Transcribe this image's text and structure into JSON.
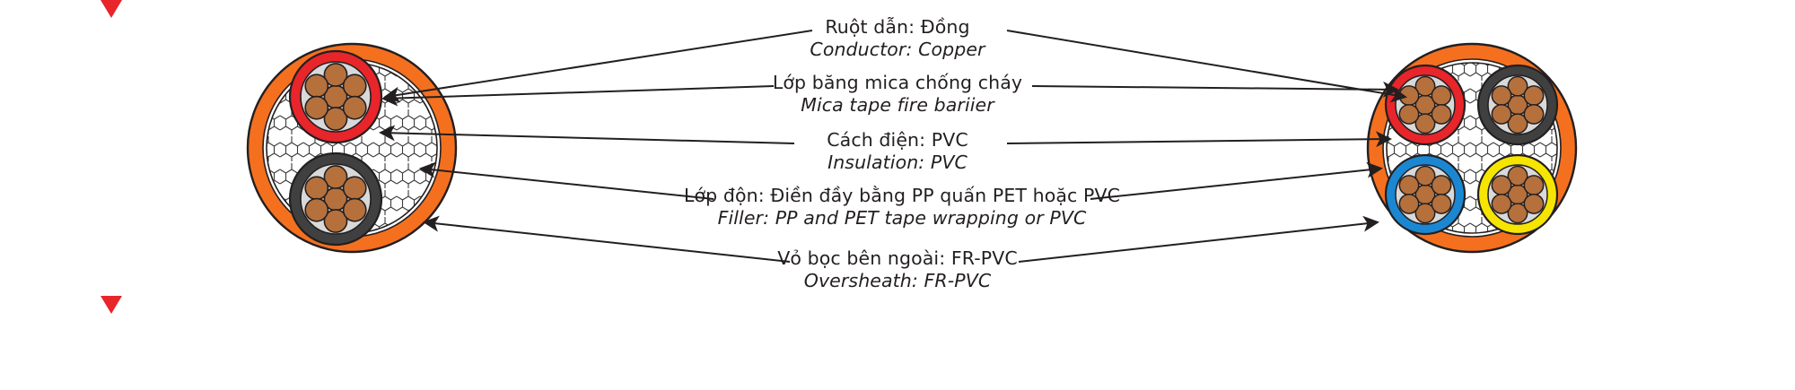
{
  "diagram": {
    "title_alt": "Fire resistant cable cross-section construction",
    "background": "#ffffff",
    "labels": [
      {
        "id": "conductor",
        "vi": "Ruột dẫn: Đồng",
        "en": "Conductor: Copper"
      },
      {
        "id": "mica",
        "vi": "Lớp băng mica chống cháy",
        "en": "Mica tape fire bariier"
      },
      {
        "id": "insulation",
        "vi": "Cách điện: PVC",
        "en": "Insulation: PVC"
      },
      {
        "id": "filler",
        "vi": "Lớp độn: Điền đầy bằng PP quấn PET hoặc PVC",
        "en": "Filler: PP and PET tape wrapping or PVC"
      },
      {
        "id": "oversheath",
        "vi": "Vỏ bọc bên ngoài: FR-PVC",
        "en": "Oversheath: FR-PVC"
      }
    ],
    "colors": {
      "sheath_orange": "#F4701F",
      "conductor_copper": "#B5703C",
      "core_red": "#E8252A",
      "core_black": "#404040",
      "core_blue": "#1B87D2",
      "core_yellow": "#F6E500",
      "filler_white": "#FFFFFF",
      "outline": "#231f20",
      "text": "#231f20",
      "bullet_red": "#E8252A"
    },
    "left_cable": {
      "name": "two-core-cable",
      "cores": [
        {
          "id": "core-red",
          "color_key": "core_red",
          "strands": 7
        },
        {
          "id": "core-black",
          "color_key": "core_black",
          "strands": 7
        }
      ]
    },
    "right_cable": {
      "name": "four-core-cable",
      "cores": [
        {
          "id": "core-red",
          "color_key": "core_red",
          "strands": 7
        },
        {
          "id": "core-black",
          "color_key": "core_black",
          "strands": 7
        },
        {
          "id": "core-blue",
          "color_key": "core_blue",
          "strands": 7
        },
        {
          "id": "core-yellow",
          "color_key": "core_yellow",
          "strands": 7
        }
      ]
    }
  }
}
